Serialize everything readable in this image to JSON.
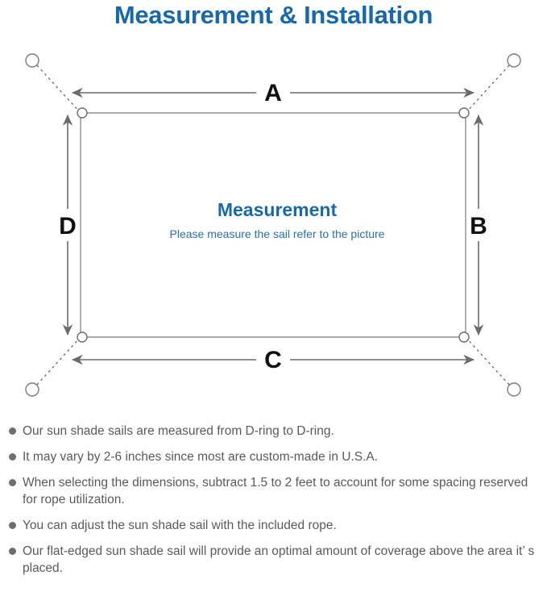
{
  "page": {
    "title": "Measurement & Installation",
    "background_color": "#ffffff",
    "title_color": "#1769ac"
  },
  "diagram": {
    "center_title": "Measurement",
    "center_subtitle": "Please measure the sail refer to the picture",
    "dimension_labels": {
      "top": "A",
      "right": "B",
      "bottom": "C",
      "left": "D"
    },
    "line_color": "#6b6b6b",
    "sail_edge_color": "#8a8a8a",
    "anchor_count": 4,
    "dring_count": 4
  },
  "notes": {
    "items": [
      "Our sun shade sails are measured from D-ring to D-ring.",
      "It may vary by 2-6 inches since most are custom-made in U.S.A.",
      "When selecting the dimensions, subtract 1.5 to 2 feet to account for some spacing reserved for rope utilization.",
      "You can adjust the sun shade sail with the included rope.",
      "Our flat-edged sun shade sail will provide an optimal amount of coverage above the area it’ s placed."
    ],
    "bullet_color": "#6e6e6e",
    "text_color": "#5a5a5a"
  }
}
